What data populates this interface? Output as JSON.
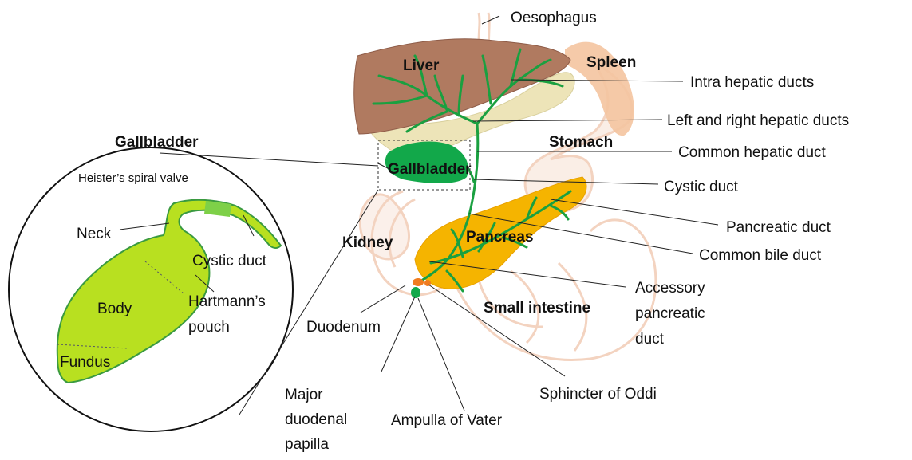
{
  "labels": {
    "oesophagus": "Oesophagus",
    "liver": "Liver",
    "spleen": "Spleen",
    "intra_hepatic_ducts": "Intra hepatic ducts",
    "left_right_hepatic_ducts": "Left and right hepatic ducts",
    "gallbladder_heading": "Gallbladder",
    "stomach": "Stomach",
    "common_hepatic_duct": "Common hepatic duct",
    "gallbladder": "Gallbladder",
    "cystic_duct": "Cystic duct",
    "heisters_spiral_valve": "Heister’s spiral valve",
    "pancreatic_duct": "Pancreatic duct",
    "neck": "Neck",
    "kidney": "Kidney",
    "pancreas": "Pancreas",
    "common_bile_duct": "Common bile duct",
    "inset_cystic_duct": "Cystic duct",
    "accessory_pancreatic_duct": [
      "Accessory",
      "pancreatic",
      "duct"
    ],
    "body": "Body",
    "hartmanns_pouch": [
      "Hartmann’s",
      "pouch"
    ],
    "small_intestine": "Small intestine",
    "duodenum": "Duodenum",
    "fundus": "Fundus",
    "sphincter_of_oddi": "Sphincter of Oddi",
    "major_duodenal_papilla": [
      "Major",
      "duodenal",
      "papilla"
    ],
    "ampulla_of_vater": "Ampulla of Vater"
  },
  "colors": {
    "liver": "#b07a60",
    "liver_underside": "#ede4b8",
    "spleen": "#f4c4a0",
    "duct": "#1aa040",
    "gallbladder": "#12a84a",
    "inset_gallbladder": "#b8e020",
    "inset_valve": "#7ed048",
    "pancreas": "#f5b400",
    "pancreas_edge": "#e8a000",
    "faint_organs": "#f3d3c0",
    "sphincter": "#f07c20"
  }
}
